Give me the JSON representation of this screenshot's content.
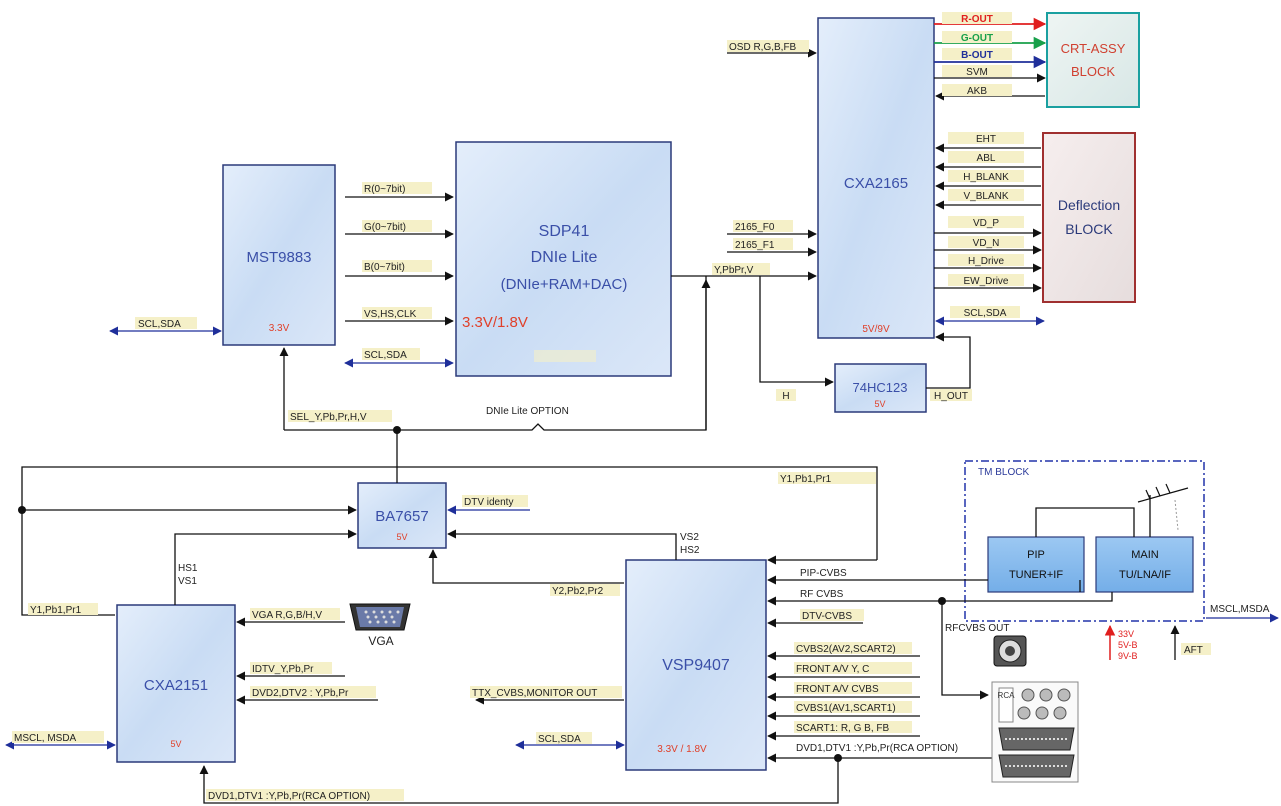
{
  "blocks": {
    "mst9883": {
      "title": "MST9883",
      "voltage": "3.3V"
    },
    "sdp41": {
      "line1": "SDP41",
      "line2": "DNIe  Lite",
      "line3": "(DNIe+RAM+DAC)",
      "voltage": "3.3V/1.8V"
    },
    "cxa2165": {
      "title": "CXA2165",
      "voltage": "5V/9V"
    },
    "crt": {
      "line1": "CRT-ASSY",
      "line2": "BLOCK"
    },
    "deflection": {
      "line1": "Deflection",
      "line2": "BLOCK"
    },
    "hc123": {
      "title": "74HC123",
      "voltage": "5V"
    },
    "ba7657": {
      "title": "BA7657",
      "voltage": "5V"
    },
    "vsp9407": {
      "title": "VSP9407",
      "voltage": "3.3V / 1.8V"
    },
    "cxa2151": {
      "title": "CXA2151",
      "voltage": "5V"
    },
    "tm_block": {
      "title": "TM BLOCK"
    },
    "pip_tuner": {
      "line1": "PIP",
      "line2": "TUNER+IF"
    },
    "main_tuner": {
      "line1": "MAIN",
      "line2": "TU/LNA/IF"
    }
  },
  "signals": {
    "r_out": "R-OUT",
    "g_out": "G-OUT",
    "b_out": "B-OUT",
    "svm": "SVM",
    "akb": "AKB",
    "osd": "OSD R,G,B,FB",
    "eht": "EHT",
    "abl": "ABL",
    "h_blank": "H_BLANK",
    "v_blank": "V_BLANK",
    "vd_p": "VD_P",
    "vd_n": "VD_N",
    "h_drive": "H_Drive",
    "ew_drive": "EW_Drive",
    "f0": "2165_F0",
    "f1": "2165_F1",
    "ypbprv": "Y,PbPr,V",
    "scl_sda_cxa2165": "SCL,SDA",
    "r_bits": "R(0~7bit)",
    "g_bits": "G(0~7bit)",
    "b_bits": "B(0~7bit)",
    "vs_hs_clk": "VS,HS,CLK",
    "scl_sda_left": "SCL,SDA",
    "scl_sda_mid": "SCL,SDA",
    "h": "H",
    "h_out": "H_OUT",
    "sel": "SEL_Y,Pb,Pr,H,V",
    "dnie_option": "DNIe Lite OPTION",
    "y1_top": "Y1,Pb1,Pr1",
    "dtv_identy": "DTV  identy",
    "vs2": "VS2",
    "hs2": "HS2",
    "y2": "Y2,Pb2,Pr2",
    "hs1": "HS1",
    "vs1": "VS1",
    "y1_left": "Y1,Pb1,Pr1",
    "vga_input": "VGA  R,G,B/H,V",
    "vga_label": "VGA",
    "idtv": "IDTV_Y,Pb,Pr",
    "dvd2": "DVD2,DTV2 : Y,Pb,Pr",
    "mscl_msda_left": "MSCL,  MSDA",
    "dvd1_bottom": "DVD1,DTV1 :Y,Pb,Pr(RCA OPTION)",
    "ttx": "TTX_CVBS,MONITOR OUT",
    "scl_sda_vsp": "SCL,SDA",
    "pip_cvbs": "PIP-CVBS",
    "rf_cvbs": "RF CVBS",
    "dtv_cvbs": "DTV-CVBS",
    "cvbs2": "CVBS2(AV2,SCART2)",
    "front_yc": "FRONT A/V Y, C",
    "front_cvbs": "FRONT A/V CVBS",
    "cvbs1": "CVBS1(AV1,SCART1)",
    "scart1": "SCART1: R, G B, FB",
    "dvd1_right": "DVD1,DTV1 :Y,Pb,Pr(RCA OPTION)",
    "rfcvbs_out": "RFCVBS OUT",
    "rca": "RCA",
    "mscl_msda_right": "MSCL,MSDA",
    "v33": "33V",
    "v5b": "5V-B",
    "v9b": "9V-B",
    "aft": "AFT"
  },
  "colors": {
    "red": "#e01e1e",
    "green": "#18a04a",
    "blue_signal": "#1f2f9a",
    "line": "#111111",
    "block_text": "#3a4fa8",
    "voltage_text": "#e0402a"
  }
}
